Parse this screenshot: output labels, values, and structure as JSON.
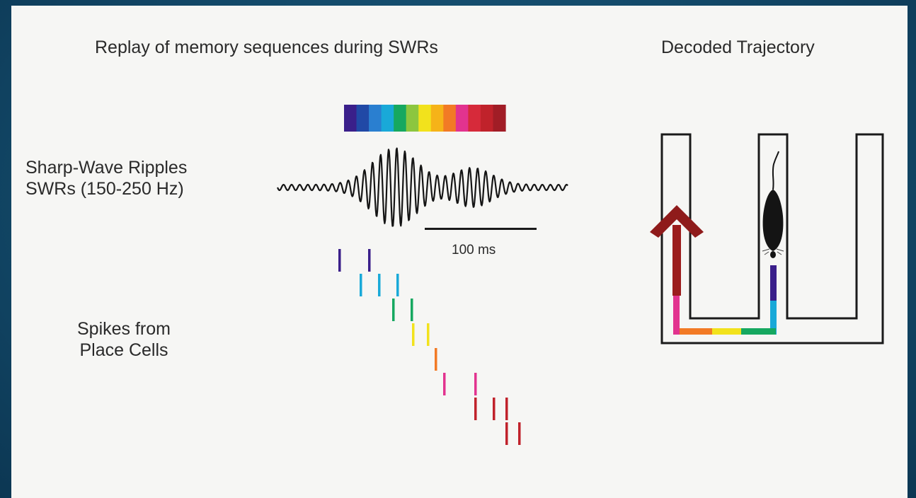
{
  "titles": {
    "replay": "Replay of memory sequences during SWRs",
    "decoded": "Decoded Trajectory"
  },
  "labels": {
    "swr_line1": "Sharp-Wave Ripples",
    "swr_line2": "SWRs (150-250 Hz)",
    "spikes_line1": "Spikes from",
    "spikes_line2": "Place Cells",
    "scale": "100 ms"
  },
  "colors": {
    "sequence": [
      "#3a1f8a",
      "#2149a6",
      "#2a7fd0",
      "#19a9d8",
      "#16a860",
      "#8cc63f",
      "#f2e21c",
      "#f6b318",
      "#f27a25",
      "#e2338f",
      "#d62a3a",
      "#c0222b",
      "#a11d26"
    ],
    "trajectory_arrow": "#8f1b1b",
    "maze_outline": "#1a1a1a"
  },
  "spike_raster": {
    "rows": [
      {
        "color": "#3a1f8a",
        "times": [
          0,
          42
        ]
      },
      {
        "color": "#19a9d8",
        "times": [
          30,
          56,
          82
        ]
      },
      {
        "color": "#16a860",
        "times": [
          76,
          102
        ]
      },
      {
        "color": "#f2e21c",
        "times": [
          104,
          125
        ]
      },
      {
        "color": "#f27a25",
        "times": [
          136
        ]
      },
      {
        "color": "#e2338f",
        "times": [
          148,
          192
        ]
      },
      {
        "color": "#c0222b",
        "times": [
          192,
          218,
          236
        ]
      },
      {
        "color": "#c0222b",
        "times": [
          236,
          254
        ]
      }
    ]
  },
  "trajectory": {
    "segments": [
      "#3a1f8a",
      "#19a9d8",
      "#16a860",
      "#f2e21c",
      "#f27a25",
      "#e2338f",
      "#c0222b"
    ]
  },
  "icons": [
    "rat-icon",
    "up-arrow-icon"
  ]
}
